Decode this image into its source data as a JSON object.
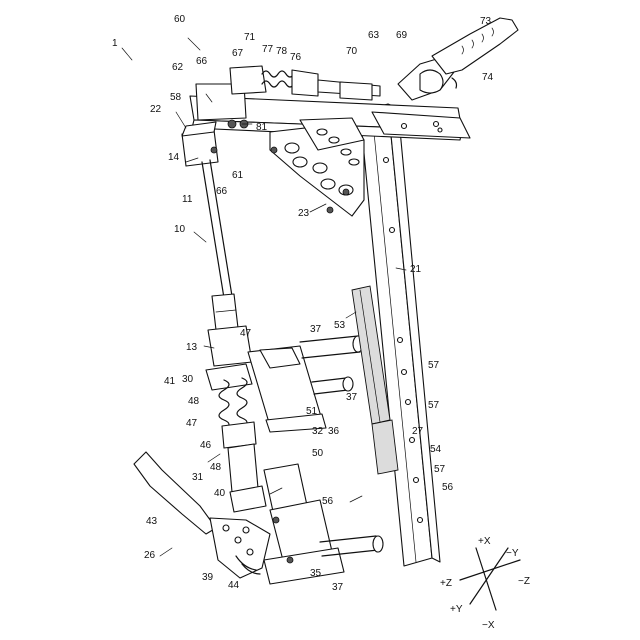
{
  "labels": {
    "l1": "1",
    "l60": "60",
    "l73": "73",
    "l69": "69",
    "l63": "63",
    "l70": "70",
    "l71": "71",
    "l67": "67",
    "l77": "77",
    "l78": "78",
    "l76": "76",
    "l62": "62",
    "l66a": "66",
    "l74": "74",
    "l58": "58",
    "l22": "22",
    "l81": "81",
    "l14": "14",
    "l61": "61",
    "l66b": "66",
    "l23": "23",
    "l11": "11",
    "l10": "10",
    "l21": "21",
    "l53": "53",
    "l37a": "37",
    "l47a": "47",
    "l13": "13",
    "l41": "41",
    "l30": "30",
    "l48a": "48",
    "l47b": "47",
    "l46": "46",
    "l48b": "48",
    "l57a": "57",
    "l37b": "37",
    "l51": "51",
    "l57b": "57",
    "l32": "32",
    "l36": "36",
    "l27": "27",
    "l54": "54",
    "l50": "50",
    "l31": "31",
    "l40": "40",
    "l57c": "57",
    "l56a": "56",
    "l56b": "56",
    "l43": "43",
    "l26": "26",
    "l39": "39",
    "l44": "44",
    "l35": "35",
    "l37c": "37"
  },
  "axes": {
    "px": "+X",
    "my": "−Y",
    "pz": "+Z",
    "mz": "−Z",
    "py": "+Y",
    "mx": "−X"
  }
}
